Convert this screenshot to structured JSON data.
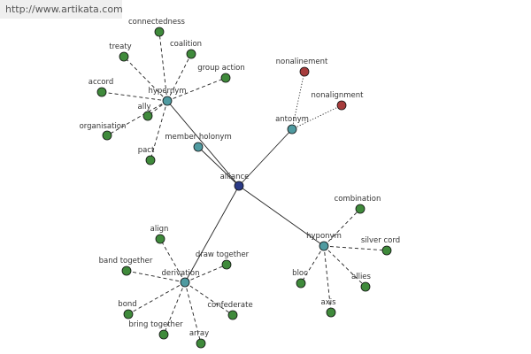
{
  "banner": {
    "url": "http://www.artikata.com"
  },
  "colors": {
    "center": "#2b3a86",
    "relation": "#4f9aa0",
    "leaf": "#3f8a3b",
    "antonym_leaf": "#a63c3c",
    "edge": "#222222"
  },
  "graph": {
    "center": {
      "id": "alliance",
      "label": "alliance"
    },
    "relations": [
      {
        "id": "hypernym",
        "label": "hypernym",
        "leaves": [
          "connectedness",
          "treaty",
          "coalition",
          "group action",
          "accord",
          "ally",
          "organisation",
          "pact"
        ]
      },
      {
        "id": "member-holonym",
        "label": "member holonym",
        "leaves": []
      },
      {
        "id": "antonym",
        "label": "antonym",
        "leaves": [
          "nonalinement",
          "nonalignment"
        ]
      },
      {
        "id": "hyponym",
        "label": "hyponym",
        "leaves": [
          "combination",
          "silver cord",
          "bloc",
          "allies",
          "axis"
        ]
      },
      {
        "id": "derivation",
        "label": "derivation",
        "leaves": [
          "align",
          "band together",
          "draw together",
          "bond",
          "confederate",
          "bring together",
          "array"
        ]
      }
    ]
  }
}
